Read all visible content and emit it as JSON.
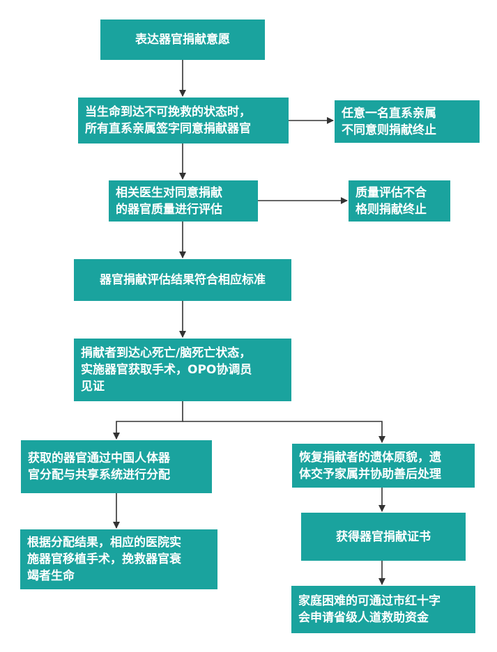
{
  "colors": {
    "box": "#1aa39e",
    "line": "#333333"
  },
  "nodes": {
    "express_will": "表达器官捐献意愿",
    "family_consent": "当生命到达不可挽救的状态时，\n所有直系亲属签字同意捐献器官",
    "family_refuse": "任意一名直系亲属\n不同意则捐献终止",
    "doctor_assess": "相关医生对同意捐献\n的器官质量进行评估",
    "quality_fail": "质量评估不合\n格则捐献终止",
    "assess_pass": "器官捐献评估结果符合相应标准",
    "procurement": "捐献者到达心死亡/脑死亡状态，\n实施器官获取手术，OPO协调员\n见证",
    "allocation": "获取的器官通过中国人体器\n官分配与共享系统进行分配",
    "transplant": "根据分配结果，相应的医院实\n施器官移植手术，挽救器官衰\n竭者生命",
    "restore_body": "恢复捐献者的遗体原貌，遗\n体交予家属并协助善后处理",
    "certificate": "获得器官捐献证书",
    "aid_fund": "家庭困难的可通过市红十字\n会申请省级人道救助资金"
  }
}
